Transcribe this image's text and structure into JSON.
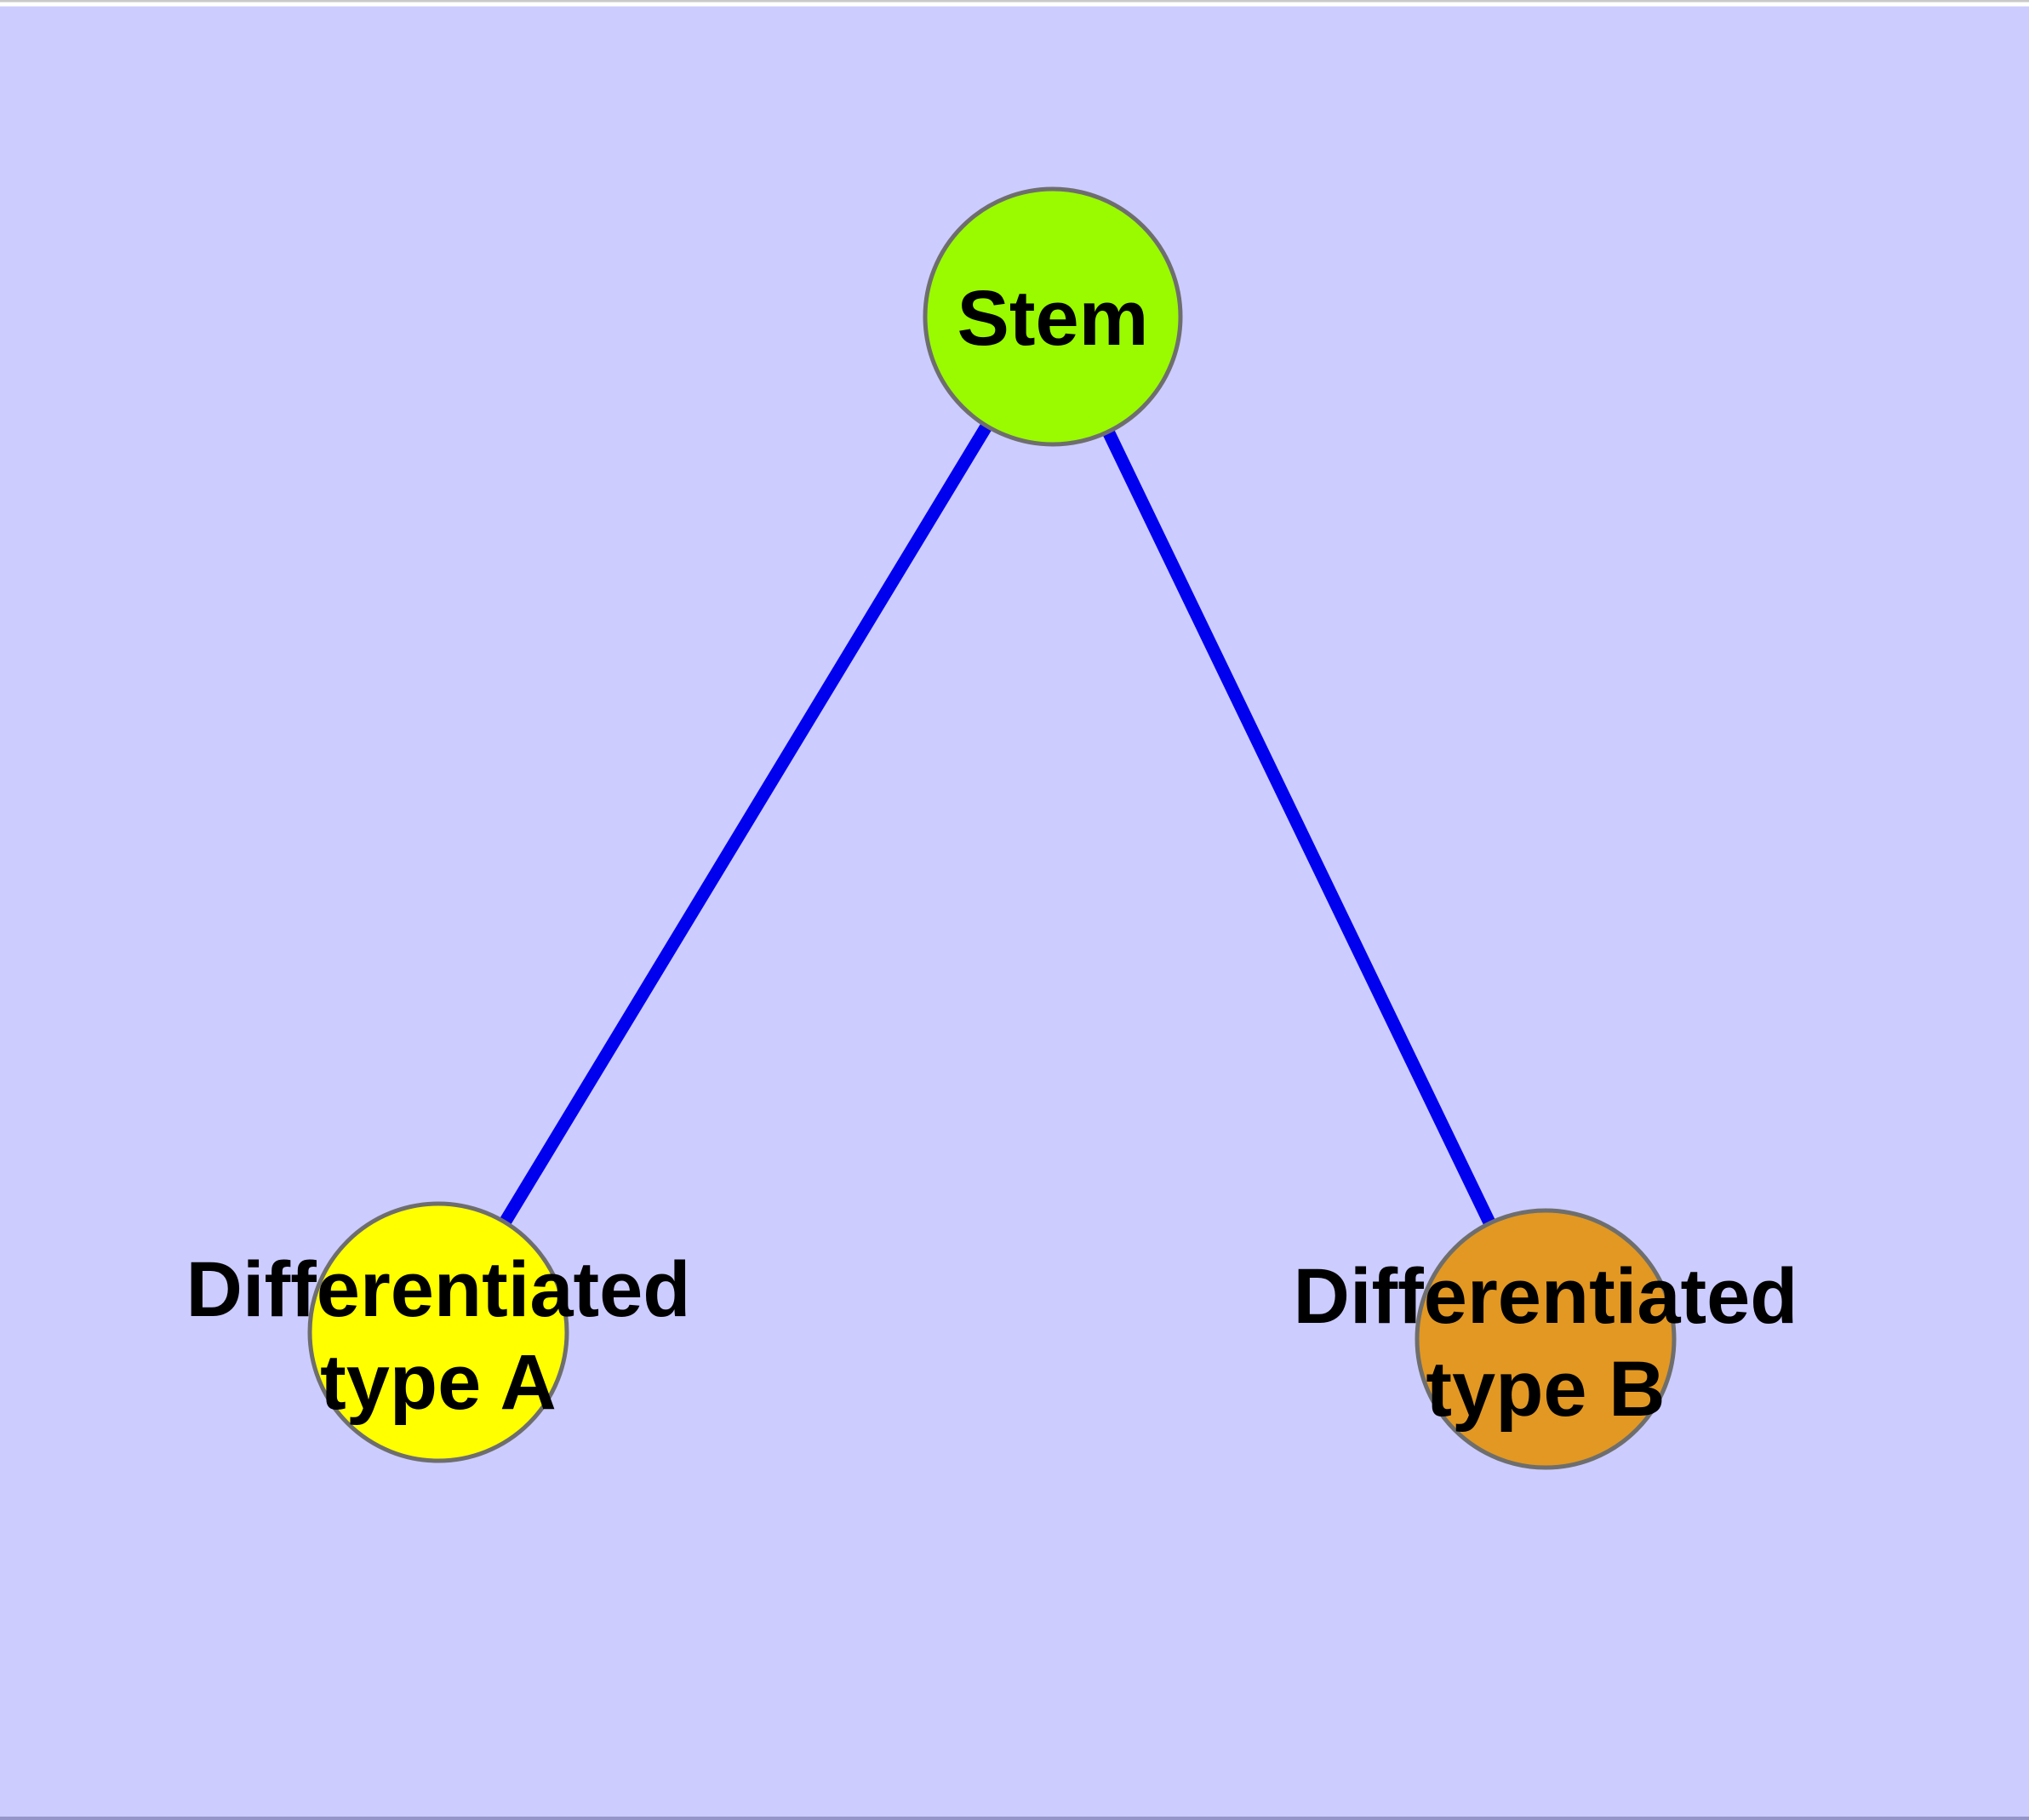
{
  "diagram": {
    "title_semantics": "stem cell differentiation graph",
    "background_color": "#CCCCFF",
    "edge_color": "#0000EE",
    "node_border_color": "#6E6E6E",
    "frame": {
      "top_hairline_color": "#c9c9c9",
      "top_strip_color": "#ffffff",
      "bottom_hairline_color": "#9595c9"
    },
    "nodes": [
      {
        "id": "stem",
        "label": "Stem",
        "fill": "#9AFA00"
      },
      {
        "id": "differentiated-type-a",
        "label": "Differentiated type A",
        "label_line1": "Differentiated",
        "label_line2": "type A",
        "fill": "#FFFF00"
      },
      {
        "id": "differentiated-type-b",
        "label": "Differentiated type B",
        "label_line1": "Differentiated",
        "label_line2": "type B",
        "fill": "#E29822"
      }
    ],
    "edges": [
      {
        "from": "stem",
        "to": "differentiated-type-a"
      },
      {
        "from": "stem",
        "to": "differentiated-type-b"
      }
    ]
  }
}
